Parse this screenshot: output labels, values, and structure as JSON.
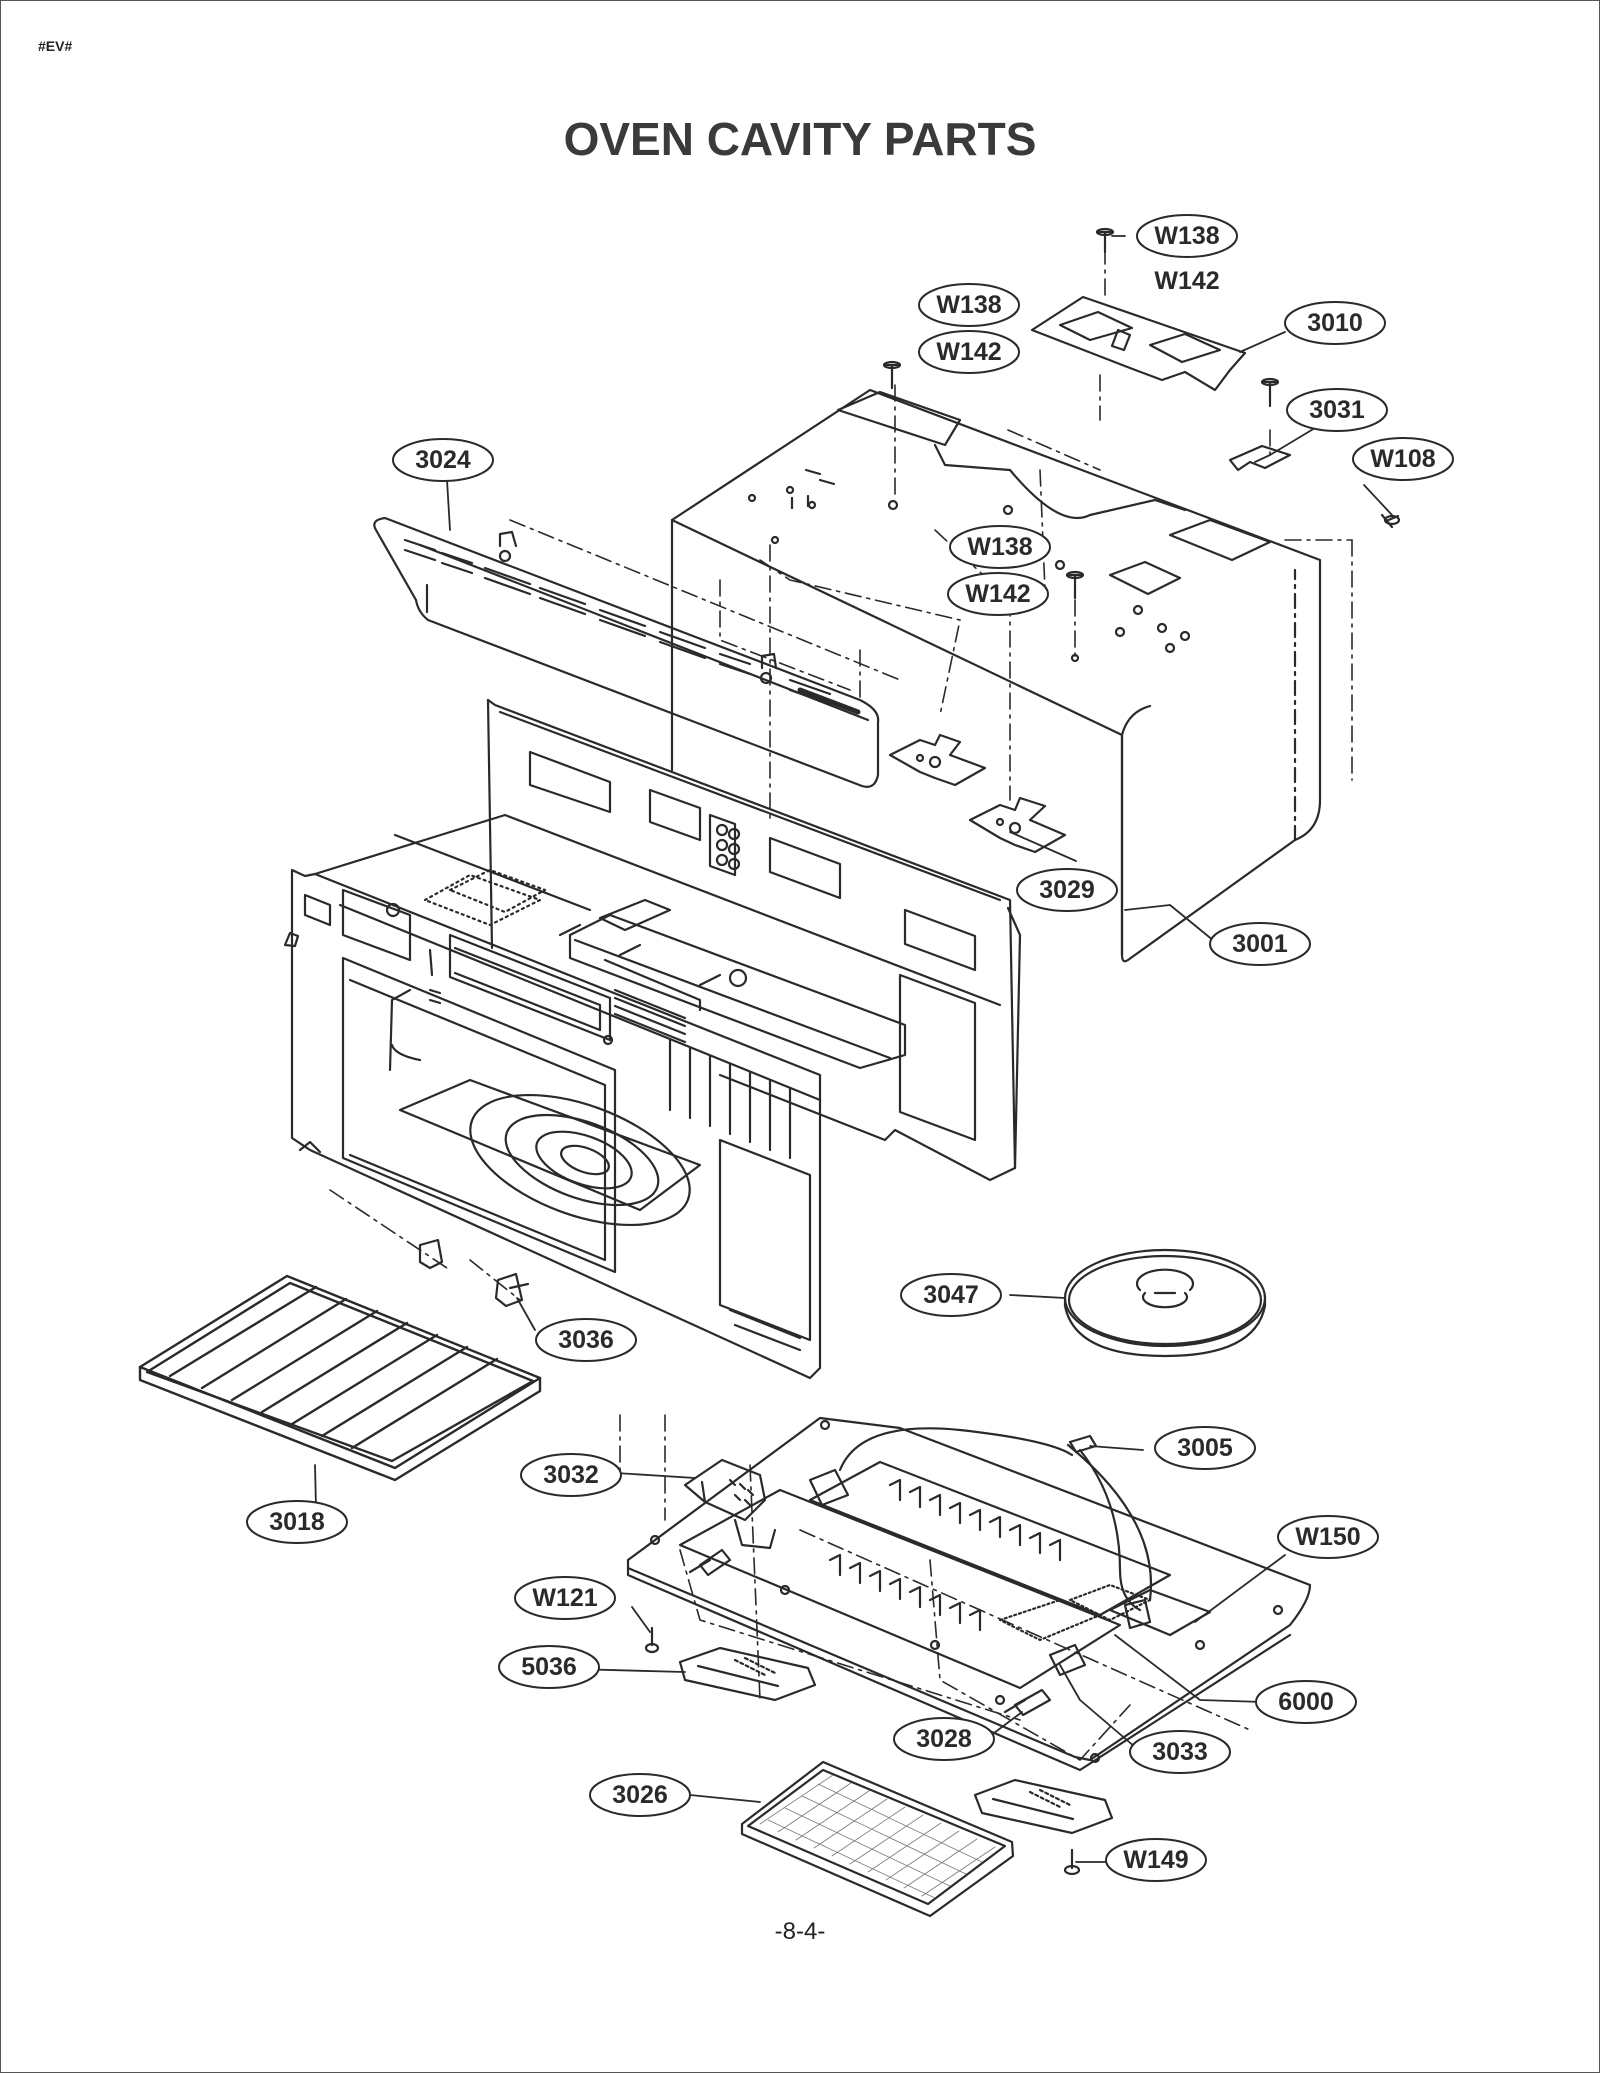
{
  "page": {
    "marker": "#EV#",
    "title": "OVEN CAVITY PARTS",
    "page_number": "-8-4-"
  },
  "colors": {
    "line": "#2a2a2a",
    "label_fill": "#ffffff",
    "text": "#2a2a2a"
  },
  "callouts": [
    {
      "id": "W138-top",
      "label": "W138"
    },
    {
      "id": "W142-top",
      "label": "W142"
    },
    {
      "id": "W138-left",
      "label": "W138"
    },
    {
      "id": "W142-left",
      "label": "W142"
    },
    {
      "id": "3010",
      "label": "3010"
    },
    {
      "id": "3031",
      "label": "3031"
    },
    {
      "id": "W108",
      "label": "W108"
    },
    {
      "id": "3024",
      "label": "3024"
    },
    {
      "id": "W138-mid",
      "label": "W138"
    },
    {
      "id": "W142-mid",
      "label": "W142"
    },
    {
      "id": "3029",
      "label": "3029"
    },
    {
      "id": "3001",
      "label": "3001"
    },
    {
      "id": "3047",
      "label": "3047"
    },
    {
      "id": "3036",
      "label": "3036"
    },
    {
      "id": "3018",
      "label": "3018"
    },
    {
      "id": "3005",
      "label": "3005"
    },
    {
      "id": "3032",
      "label": "3032"
    },
    {
      "id": "W150",
      "label": "W150"
    },
    {
      "id": "W121",
      "label": "W121"
    },
    {
      "id": "5036",
      "label": "5036"
    },
    {
      "id": "6000",
      "label": "6000"
    },
    {
      "id": "3028",
      "label": "3028"
    },
    {
      "id": "3033",
      "label": "3033"
    },
    {
      "id": "3026",
      "label": "3026"
    },
    {
      "id": "W149",
      "label": "W149"
    }
  ]
}
